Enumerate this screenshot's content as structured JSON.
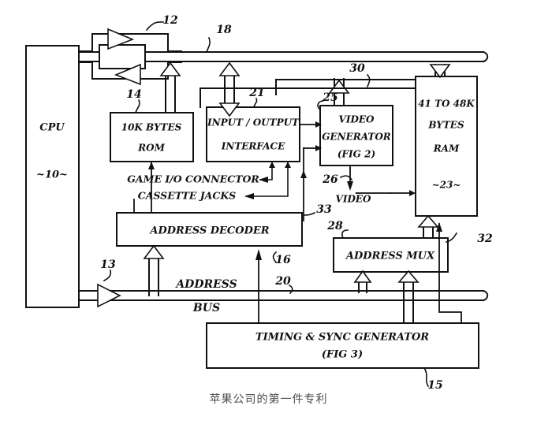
{
  "figure": {
    "caption": "苹果公司的第一件专利",
    "blocks": [
      {
        "id": "cpu",
        "lines": [
          "CPU",
          "~10~"
        ]
      },
      {
        "id": "rom",
        "lines": [
          "10K BYTES",
          "ROM"
        ]
      },
      {
        "id": "io",
        "lines": [
          "INPUT / OUTPUT",
          "INTERFACE"
        ]
      },
      {
        "id": "videogen",
        "lines": [
          "VIDEO",
          "GENERATOR",
          "(FIG 2)"
        ]
      },
      {
        "id": "ram",
        "lines": [
          "41 TO 48K",
          "BYTES",
          "RAM",
          "~23~"
        ]
      },
      {
        "id": "addrdec",
        "lines": [
          "ADDRESS DECODER"
        ]
      },
      {
        "id": "addrmux",
        "lines": [
          "ADDRESS MUX"
        ]
      },
      {
        "id": "timingsync",
        "lines": [
          "TIMING & SYNC GENERATOR",
          "(FIG 3)"
        ]
      }
    ],
    "signal_labels": [
      {
        "id": "game-io",
        "text": "GAME I/O CONNECTOR"
      },
      {
        "id": "cassette",
        "text": "CASSETTE JACKS"
      },
      {
        "id": "video-out",
        "text": "VIDEO"
      },
      {
        "id": "address-word",
        "text": "ADDRESS"
      },
      {
        "id": "bus-word",
        "text": "BUS"
      }
    ],
    "reference_numerals": [
      {
        "id": "ref-12",
        "text": "12"
      },
      {
        "id": "ref-18",
        "text": "18"
      },
      {
        "id": "ref-14",
        "text": "14"
      },
      {
        "id": "ref-21",
        "text": "21"
      },
      {
        "id": "ref-25",
        "text": "25"
      },
      {
        "id": "ref-30",
        "text": "30"
      },
      {
        "id": "ref-26",
        "text": "26"
      },
      {
        "id": "ref-33",
        "text": "33"
      },
      {
        "id": "ref-28",
        "text": "28"
      },
      {
        "id": "ref-32",
        "text": "32"
      },
      {
        "id": "ref-13",
        "text": "13"
      },
      {
        "id": "ref-16",
        "text": "16"
      },
      {
        "id": "ref-20",
        "text": "20"
      },
      {
        "id": "ref-15",
        "text": "15"
      }
    ],
    "colors": {
      "ink": "#111111",
      "paper": "#ffffff",
      "caption_text": "#4a4a52"
    }
  }
}
